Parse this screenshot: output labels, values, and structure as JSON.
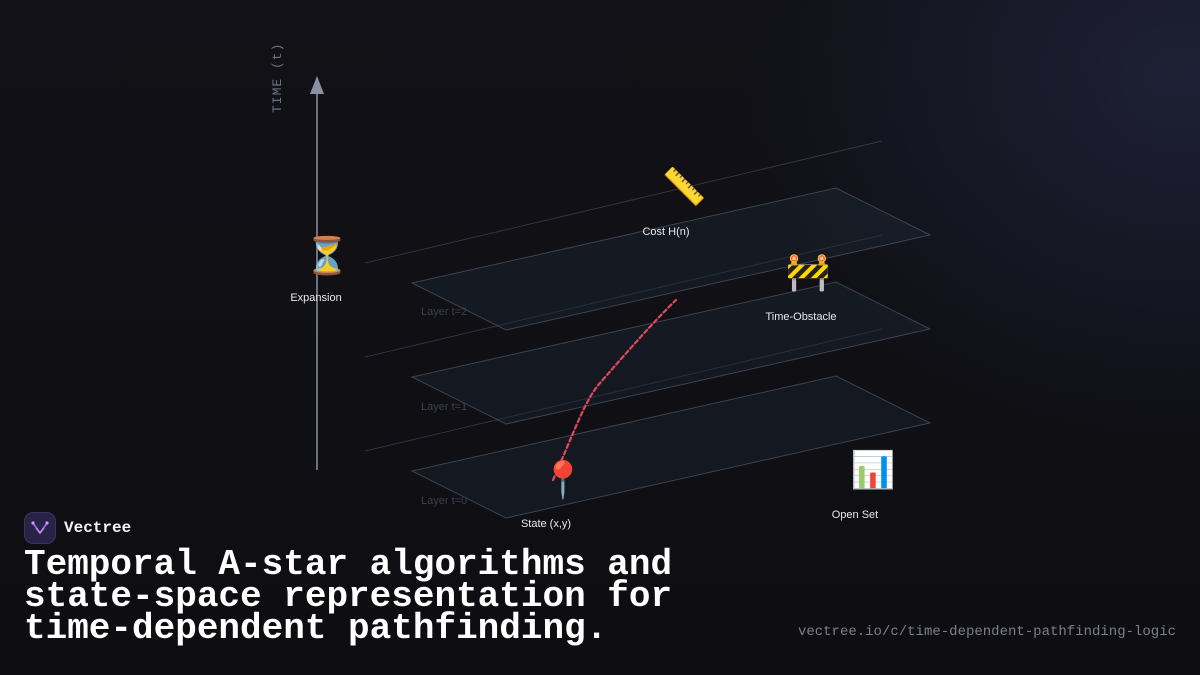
{
  "diagram": {
    "axis_label": "TIME (t)",
    "layers": [
      {
        "label": "Layer t=0"
      },
      {
        "label": "Layer t=1"
      },
      {
        "label": "Layer t=2"
      }
    ],
    "nodes": {
      "expansion": {
        "icon": "⏳",
        "icon_name": "hourglass-icon",
        "label": "Expansion"
      },
      "cost": {
        "icon": "📏",
        "icon_name": "ruler-icon",
        "label": "Cost H(n)"
      },
      "obstacle": {
        "icon": "🚧",
        "icon_name": "construction-barrier-icon",
        "label": "Time-Obstacle"
      },
      "state": {
        "icon": "📍",
        "icon_name": "map-pin-icon",
        "label": "State (x,y)"
      },
      "open_set": {
        "icon": "📊",
        "icon_name": "bar-chart-icon",
        "label": "Open Set"
      }
    },
    "path_color": "#e0485e"
  },
  "brand": {
    "name": "Vectree"
  },
  "headline": {
    "text": "Temporal A-star algorithms and state-space representation for time-dependent pathfinding."
  },
  "footer": {
    "url": "vectree.io/c/time-dependent-pathfinding-logic"
  }
}
